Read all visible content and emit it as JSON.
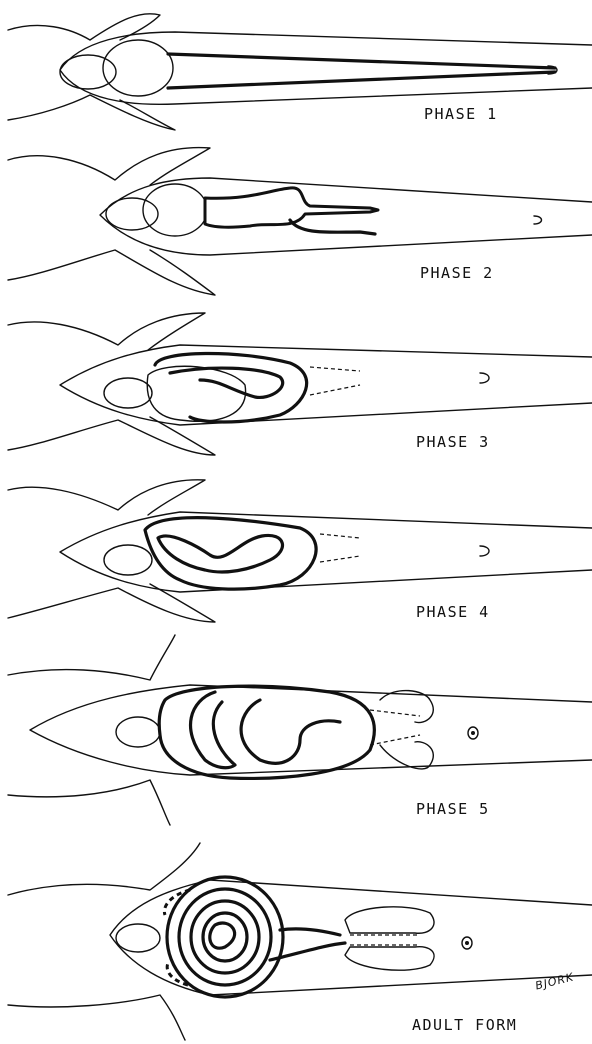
{
  "figure": {
    "panels": [
      {
        "id": "phase-1",
        "label": "PHASE 1"
      },
      {
        "id": "phase-2",
        "label": "PHASE 2"
      },
      {
        "id": "phase-3",
        "label": "PHASE 3"
      },
      {
        "id": "phase-4",
        "label": "PHASE 4"
      },
      {
        "id": "phase-5",
        "label": "PHASE 5"
      },
      {
        "id": "adult-form",
        "label": "ADULT FORM"
      }
    ],
    "signature": "BJORK"
  }
}
